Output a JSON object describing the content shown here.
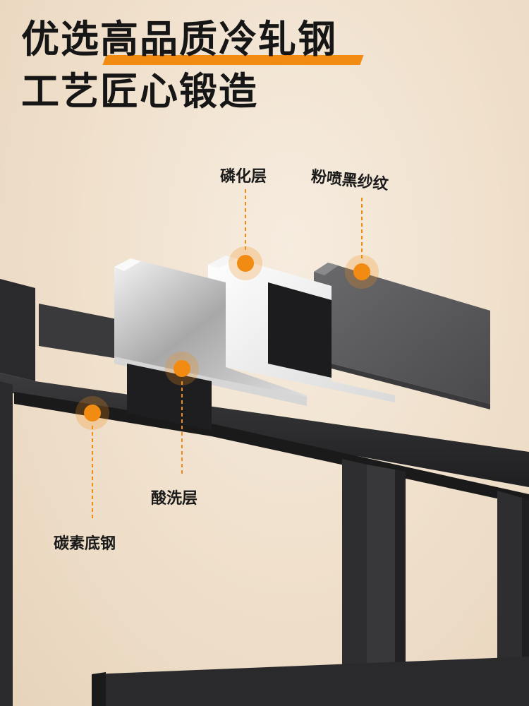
{
  "headline": {
    "line1": "优选高品质冷轧钢",
    "line2": "工艺匠心锻造"
  },
  "callouts": {
    "phosphating": "磷化层",
    "powder_coating": "粉喷黑纱纹",
    "pickling": "酸洗层",
    "carbon_steel": "碳素底钢"
  },
  "colors": {
    "accent": "#f28b12",
    "frame": "#2c2c2e",
    "background": "#efe1cd"
  }
}
